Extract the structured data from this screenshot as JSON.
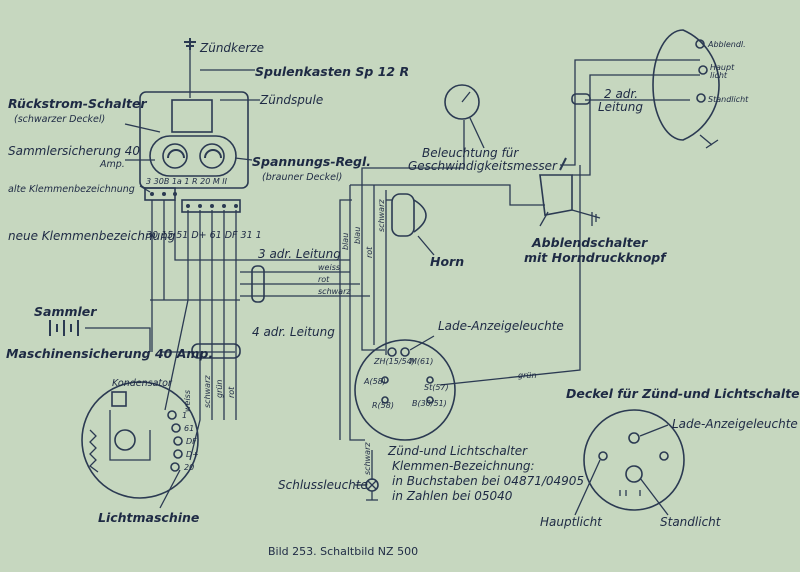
{
  "labels": {
    "zuendkerze": "Zündkerze",
    "spulenkasten": "Spulenkasten Sp 12 R",
    "zuendspule": "Zündspule",
    "rueckstrom": "Rückstrom-Schalter",
    "rueckstrom_sub": "(schwarzer Deckel)",
    "sammlersicherung": "Sammlersicherung 40",
    "sammlersicherung_amp": "Amp.",
    "spannungs": "Spannungs-Regl.",
    "spannungs_sub": "(brauner Deckel)",
    "alte_klemmen": "alte Klemmenbezeichnung",
    "alte_nums": "3 30B 1a  1  R 20 M II",
    "neue_klemmen": "neue Klemmenbezeichnung",
    "neue_nums": "30 15 51   D+ 61 DF 31 1",
    "adr3": "3 adr. Leitung",
    "adr4": "4 adr. Leitung",
    "adr2a": "2 adr.",
    "adr2b": "Leitung",
    "sammler": "Sammler",
    "maschinensicherung": "Maschinensicherung 40 Amp.",
    "kondensator": "Kondensator",
    "lichtmaschine": "Lichtmaschine",
    "beleuchtung1": "Beleuchtung für",
    "beleuchtung2": "Geschwindigkeitsmesser",
    "horn": "Horn",
    "abblendschalter": "Abblendschalter",
    "horndruck": "mit Horndruckknopf",
    "lade_anzeige": "Lade-Anzeigeleuchte",
    "zuend_licht1": "Zünd-und Lichtschalter",
    "zuend_licht2": "Klemmen-Bezeichnung:",
    "zuend_licht3": "in Buchstaben bei 04871/04905",
    "zuend_licht4": "in Zahlen bei   05040",
    "schlussleuchte": "Schlussleuchte",
    "deckel": "Deckel für Zünd-und Lichtschalter",
    "lade_anzeige2": "Lade-Anzeigeleuchte",
    "hauptlicht": "Hauptlicht",
    "standlicht": "Standlicht",
    "abblendl": "Abblendl.",
    "haupt_licht1": "Haupt",
    "haupt_licht2": "licht",
    "standlicht_lamp": "Standlicht",
    "caption": "Bild 253.   Schaltbild  NZ  500"
  },
  "wire_colors": {
    "weiss": "weiss",
    "rot": "rot",
    "schwarz": "schwarz",
    "gruen": "grün",
    "blau": "blau"
  },
  "switch_terminals": {
    "t1": "ZH(15/54)",
    "t2": "M(61)",
    "t3": "A(58)",
    "t4": "St(57)",
    "t5": "R(58)",
    "t6": "B(30/51)"
  },
  "gen_terminals": {
    "a": "1",
    "b": "61",
    "c": "DF",
    "d": "D+",
    "e": "20"
  },
  "colors": {
    "paper": "#c6d7bf",
    "ink": "#2b3a52"
  }
}
